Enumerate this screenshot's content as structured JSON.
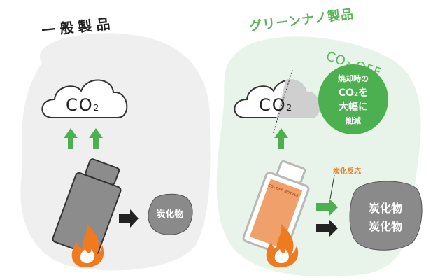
{
  "left_panel": {
    "title": "一般製品",
    "cloud_co": "CO",
    "cloud_sub": "2",
    "char_label": "炭化物"
  },
  "right_panel": {
    "title": "グリーンナノ製品",
    "co2off": "CO₂ OFF",
    "badge": {
      "line1": "焼却時の",
      "line2": "CO₂を",
      "line3": "大幅に",
      "line4": "削減"
    },
    "cloud_co": "CO",
    "cloud_sub": "2",
    "reaction_label": "炭化反応",
    "bottle_label": "CO₂ OFF BOTTLE",
    "char_line1": "炭化物",
    "char_line2": "炭化物"
  },
  "colors": {
    "green": "#4caf50",
    "blob_left": "#efefef",
    "blob_right": "#e8f3ea",
    "flame": "#f07a1f",
    "char": "#8a8a8a",
    "bottle_gray": "#9a9a9a",
    "bottle_orange": "#f0a06a"
  },
  "icons": [
    "cloud-icon",
    "up-arrow-icon",
    "flame-icon",
    "right-arrow-icon",
    "bottle-icon",
    "char-blob-icon"
  ]
}
